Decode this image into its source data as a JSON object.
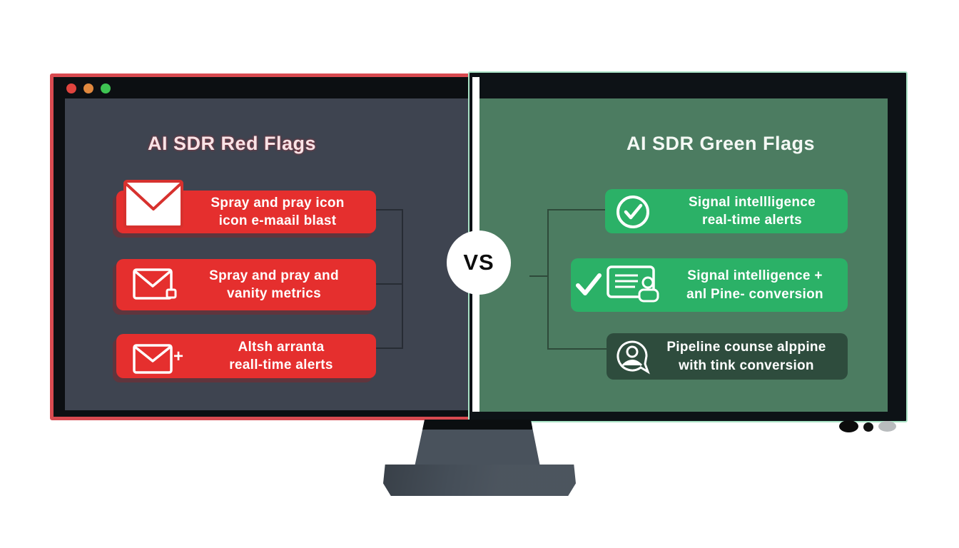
{
  "vs": {
    "label": "VS"
  },
  "window": {
    "traffic_lights": [
      "red",
      "orange",
      "green"
    ]
  },
  "left_panel": {
    "title": "AI SDR Red Flags",
    "cards": [
      {
        "icon": "envelope-icon",
        "line1": "Spray and pray icon",
        "line2": "icon e-maail blast"
      },
      {
        "icon": "envelope-outline-icon",
        "line1": "Spray and pray and",
        "line2": "vanity metrics"
      },
      {
        "icon": "envelope-plus-icon",
        "plus": "+",
        "line1": "Altsh arranta",
        "line2": "reall-time alerts"
      }
    ],
    "colors": {
      "background": "#3e4450",
      "card": "#e52f2e",
      "window_border": "#d84a50",
      "title": "#f7e3e6"
    }
  },
  "right_panel": {
    "title": "AI SDR Green Flags",
    "cards": [
      {
        "icon": "check-circle-icon",
        "line1": "Signal intellligence",
        "line2": "real-time alerts"
      },
      {
        "icon": "check-card-icon",
        "line1": "Signal intelligence +",
        "line2": "anl Pine- conversion"
      },
      {
        "icon": "person-chat-icon",
        "line1": "Pipeline counse alppine",
        "line2": "with tink conversion"
      }
    ],
    "colors": {
      "background": "#4c7c61",
      "card": "#2bb167",
      "card_dark": "#2e4c3d",
      "bezel_edge": "#a9e3c6"
    }
  }
}
